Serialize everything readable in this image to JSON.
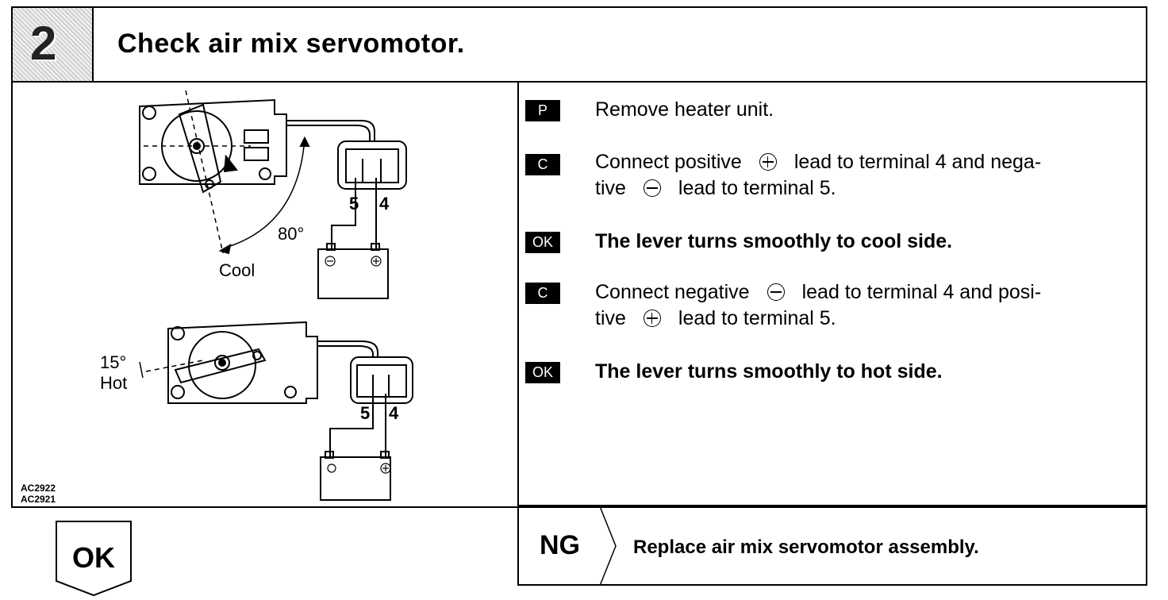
{
  "header": {
    "step_number": "2",
    "title": "Check air mix servomotor."
  },
  "figure": {
    "angle_cool": "80°",
    "label_cool": "Cool",
    "angle_hot": "15°",
    "label_hot": "Hot",
    "terminal_5": "5",
    "terminal_4": "4",
    "figure_codes": [
      "AC2922",
      "AC2921"
    ]
  },
  "steps": [
    {
      "badge": "P",
      "text": "Remove heater unit.",
      "bold": false
    },
    {
      "badge": "C",
      "pre": "Connect positive",
      "sym1": "plus-icon",
      "mid": "lead to terminal 4 and nega-",
      "line2_pre": "tive",
      "sym2": "minus-icon",
      "line2_post": "lead to terminal 5."
    },
    {
      "badge": "OK",
      "text": "The lever turns smoothly to cool side.",
      "bold": true
    },
    {
      "badge": "C",
      "pre": "Connect negative",
      "sym1": "minus-icon",
      "mid": "lead to terminal 4 and posi-",
      "line2_pre": "tive",
      "sym2": "plus-icon",
      "line2_post": "lead to terminal 5."
    },
    {
      "badge": "OK",
      "text": "The lever turns smoothly to hot side.",
      "bold": true
    }
  ],
  "ng": {
    "label": "NG",
    "text": "Replace air mix servomotor assembly."
  },
  "ok": {
    "label": "OK"
  }
}
